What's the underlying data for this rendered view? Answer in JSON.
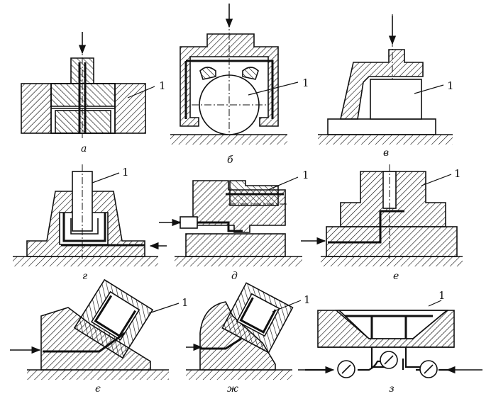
{
  "figure": {
    "panels": [
      {
        "id": "a",
        "label": "а",
        "part_number": "1",
        "description": "piston in bore, pressure from top"
      },
      {
        "id": "b",
        "label": "б",
        "part_number": "1",
        "description": "cylindrical part clamped by cap"
      },
      {
        "id": "v",
        "label": "в",
        "part_number": "1",
        "description": "block clamped by side bracket"
      },
      {
        "id": "g",
        "label": "г",
        "part_number": "1",
        "description": "pin in tapered housing, side inlet"
      },
      {
        "id": "d",
        "label": "д",
        "part_number": "1",
        "description": "stepped blocks, side inlet"
      },
      {
        "id": "e",
        "label": "е",
        "part_number": "1",
        "description": "stepped housing with central channel"
      },
      {
        "id": "ye",
        "label": "є",
        "part_number": "1",
        "description": "inclined assembly, left inlet"
      },
      {
        "id": "zh",
        "label": "ж",
        "part_number": "1",
        "description": "curved inclined assembly, left inlet"
      },
      {
        "id": "z",
        "label": "з",
        "part_number": "1",
        "description": "tapered cavity with manifold and gauges"
      }
    ]
  },
  "colors": {
    "ink": "#111111",
    "paper": "#ffffff"
  }
}
